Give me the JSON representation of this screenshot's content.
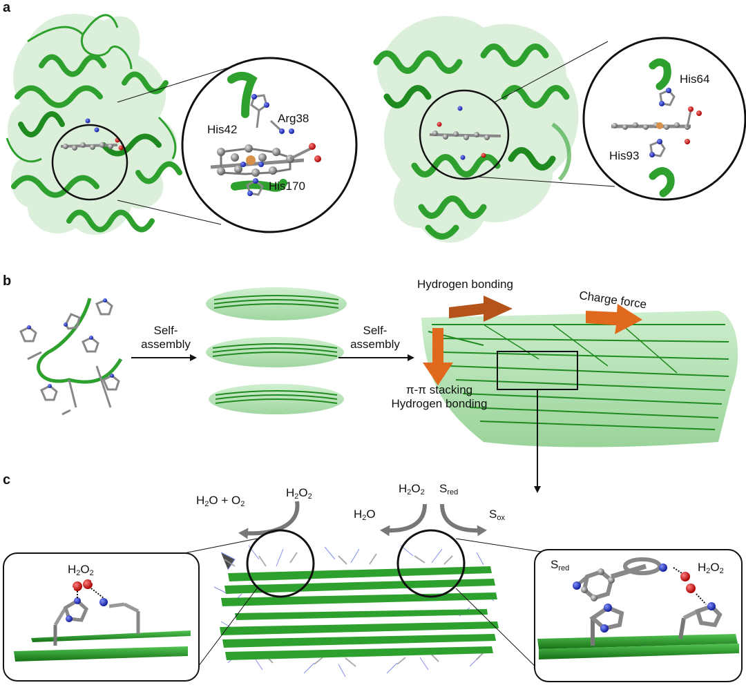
{
  "panels": {
    "a": "a",
    "b": "b",
    "c": "c"
  },
  "panel_a": {
    "left_zoom": {
      "residue1": "His42",
      "residue2": "Arg38",
      "residue3": "His170"
    },
    "right_zoom": {
      "residue1": "His64",
      "residue2": "His93"
    }
  },
  "panel_b": {
    "arrow1_label": {
      "line1": "Self-",
      "line2": "assembly"
    },
    "arrow2_label": {
      "line1": "Self-",
      "line2": "assembly"
    },
    "hydrogen_bonding_top": "Hydrogen bonding",
    "charge_force": "Charge force",
    "pi_stacking": "π-π stacking",
    "hydrogen_bonding_bottom": "Hydrogen bonding"
  },
  "panel_c": {
    "reaction_left": {
      "product": {
        "text": "H",
        "sub1": "2",
        "mid": "O + O",
        "sub2": "2"
      },
      "reactant": {
        "text": "H",
        "sub1": "2",
        "mid": "O",
        "sub2": "2"
      }
    },
    "reaction_right": {
      "reactant": {
        "text": "H",
        "sub1": "2",
        "mid": "O",
        "sub2": "2"
      },
      "substrate_red": {
        "text": "S",
        "sub": "red"
      },
      "product_water": {
        "text": "H",
        "sub": "2",
        "tail": "O"
      },
      "substrate_ox": {
        "text": "S",
        "sub": "ox"
      }
    },
    "left_inset_label": {
      "text": "H",
      "sub1": "2",
      "mid": "O",
      "sub2": "2"
    },
    "right_inset_sred": {
      "text": "S",
      "sub": "red"
    },
    "right_inset_h2o2": {
      "text": "H",
      "sub1": "2",
      "mid": "O",
      "sub2": "2"
    }
  },
  "colors": {
    "protein_green": "#2ea02e",
    "dark_green": "#1a7a1a",
    "light_green": "#8fd48f",
    "arrow_brown": "#b5541a",
    "arrow_orange": "#e0691e",
    "nitrogen_blue": "#2233cc",
    "oxygen_red": "#dd2222",
    "carbon_gray": "#888888",
    "curve_gray": "#777777"
  }
}
